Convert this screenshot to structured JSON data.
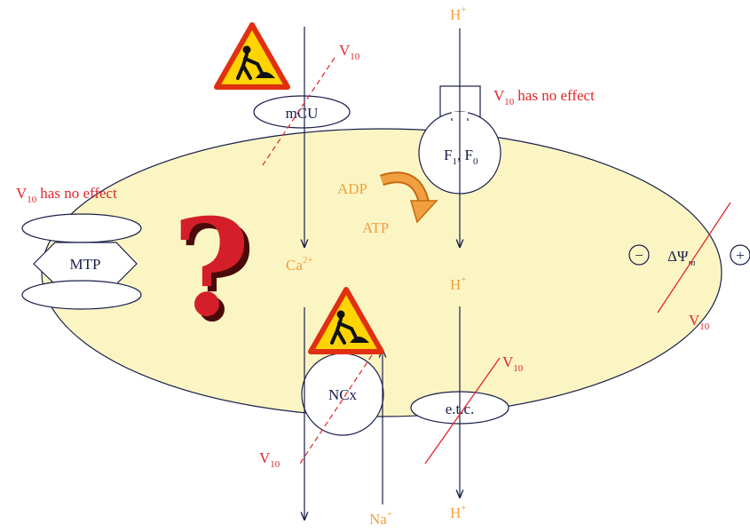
{
  "colors": {
    "membrane_fill": "#fbf5c4",
    "outline": "#1a1f4a",
    "v10_red": "#e0252a",
    "ion_orange": "#f0a040",
    "warning_yellow": "#ffd400",
    "warning_border": "#e03010"
  },
  "icons": {
    "warning": "roadwork-warning-triangle",
    "question": "red-question-mark",
    "rotation_arrow": "curved-orange-arrow"
  },
  "labels": {
    "mcu": "mCU",
    "atp_synthase_f1": "F",
    "atp_synthase_f1_sub": "1",
    "atp_synthase_sep": ", F",
    "atp_synthase_f0_sub": "0",
    "mtp": "MTP",
    "ncx": "NCx",
    "etc": "e.t.c.",
    "adp": "ADP",
    "atp": "ATP",
    "ca_base": "Ca",
    "ca_sup": "2+",
    "h_base": "H",
    "h_sup": "+",
    "na_base": "Na",
    "na_sup": "+",
    "v_base": "V",
    "v_sub": "10",
    "no_effect_text": "has no effect",
    "delta_psi": "ΔΨ",
    "delta_psi_sub": "m",
    "minus": "−",
    "plus": "+"
  }
}
